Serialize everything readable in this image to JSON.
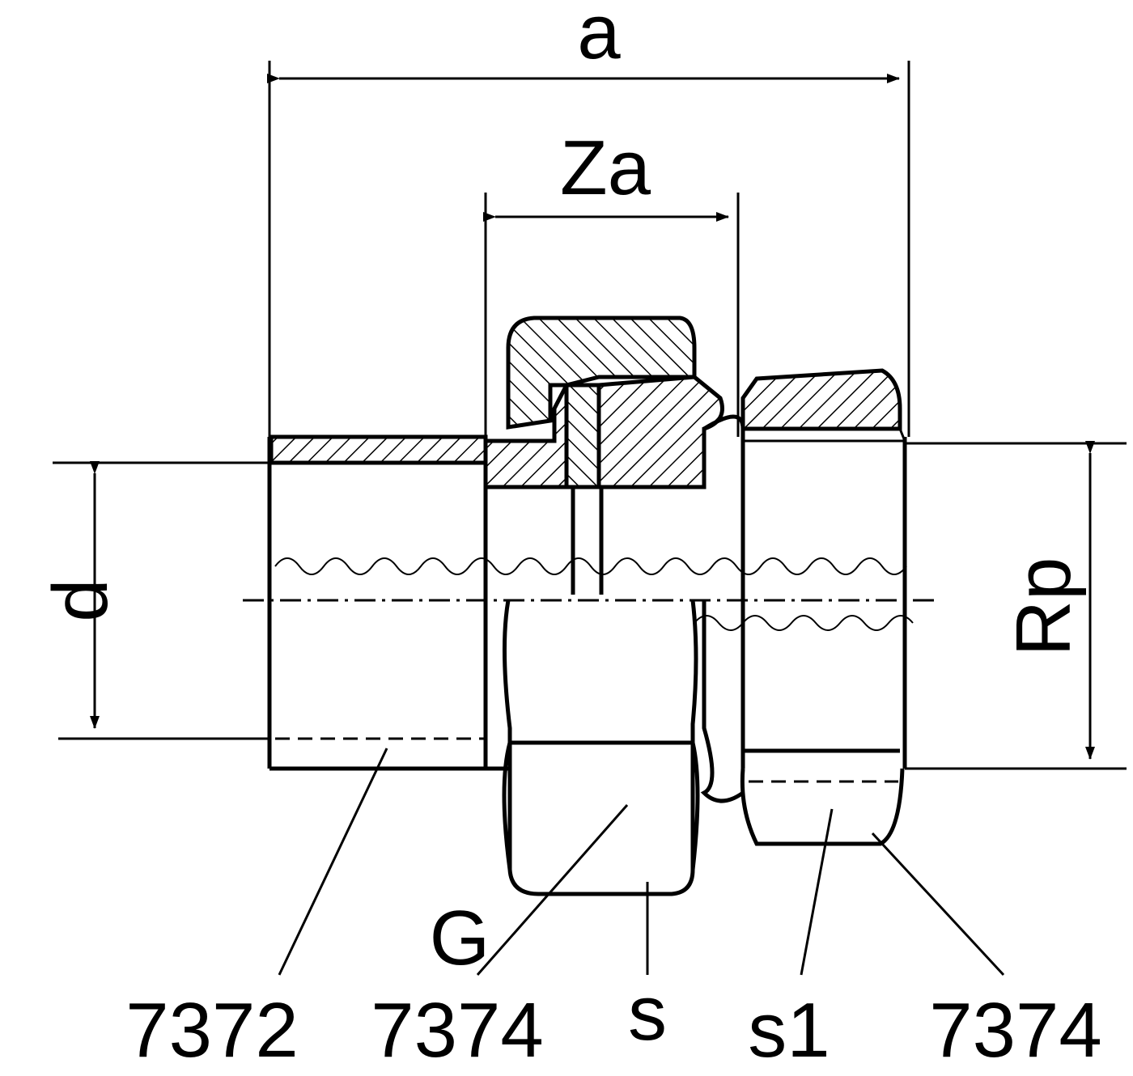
{
  "labels": {
    "a": "a",
    "za": "Za",
    "d": "d",
    "rp": "Rp",
    "g": "G",
    "s": "s",
    "s1": "s1",
    "part_7372": "7372",
    "part_7374_left": "7374",
    "part_7374_right": "7374"
  }
}
